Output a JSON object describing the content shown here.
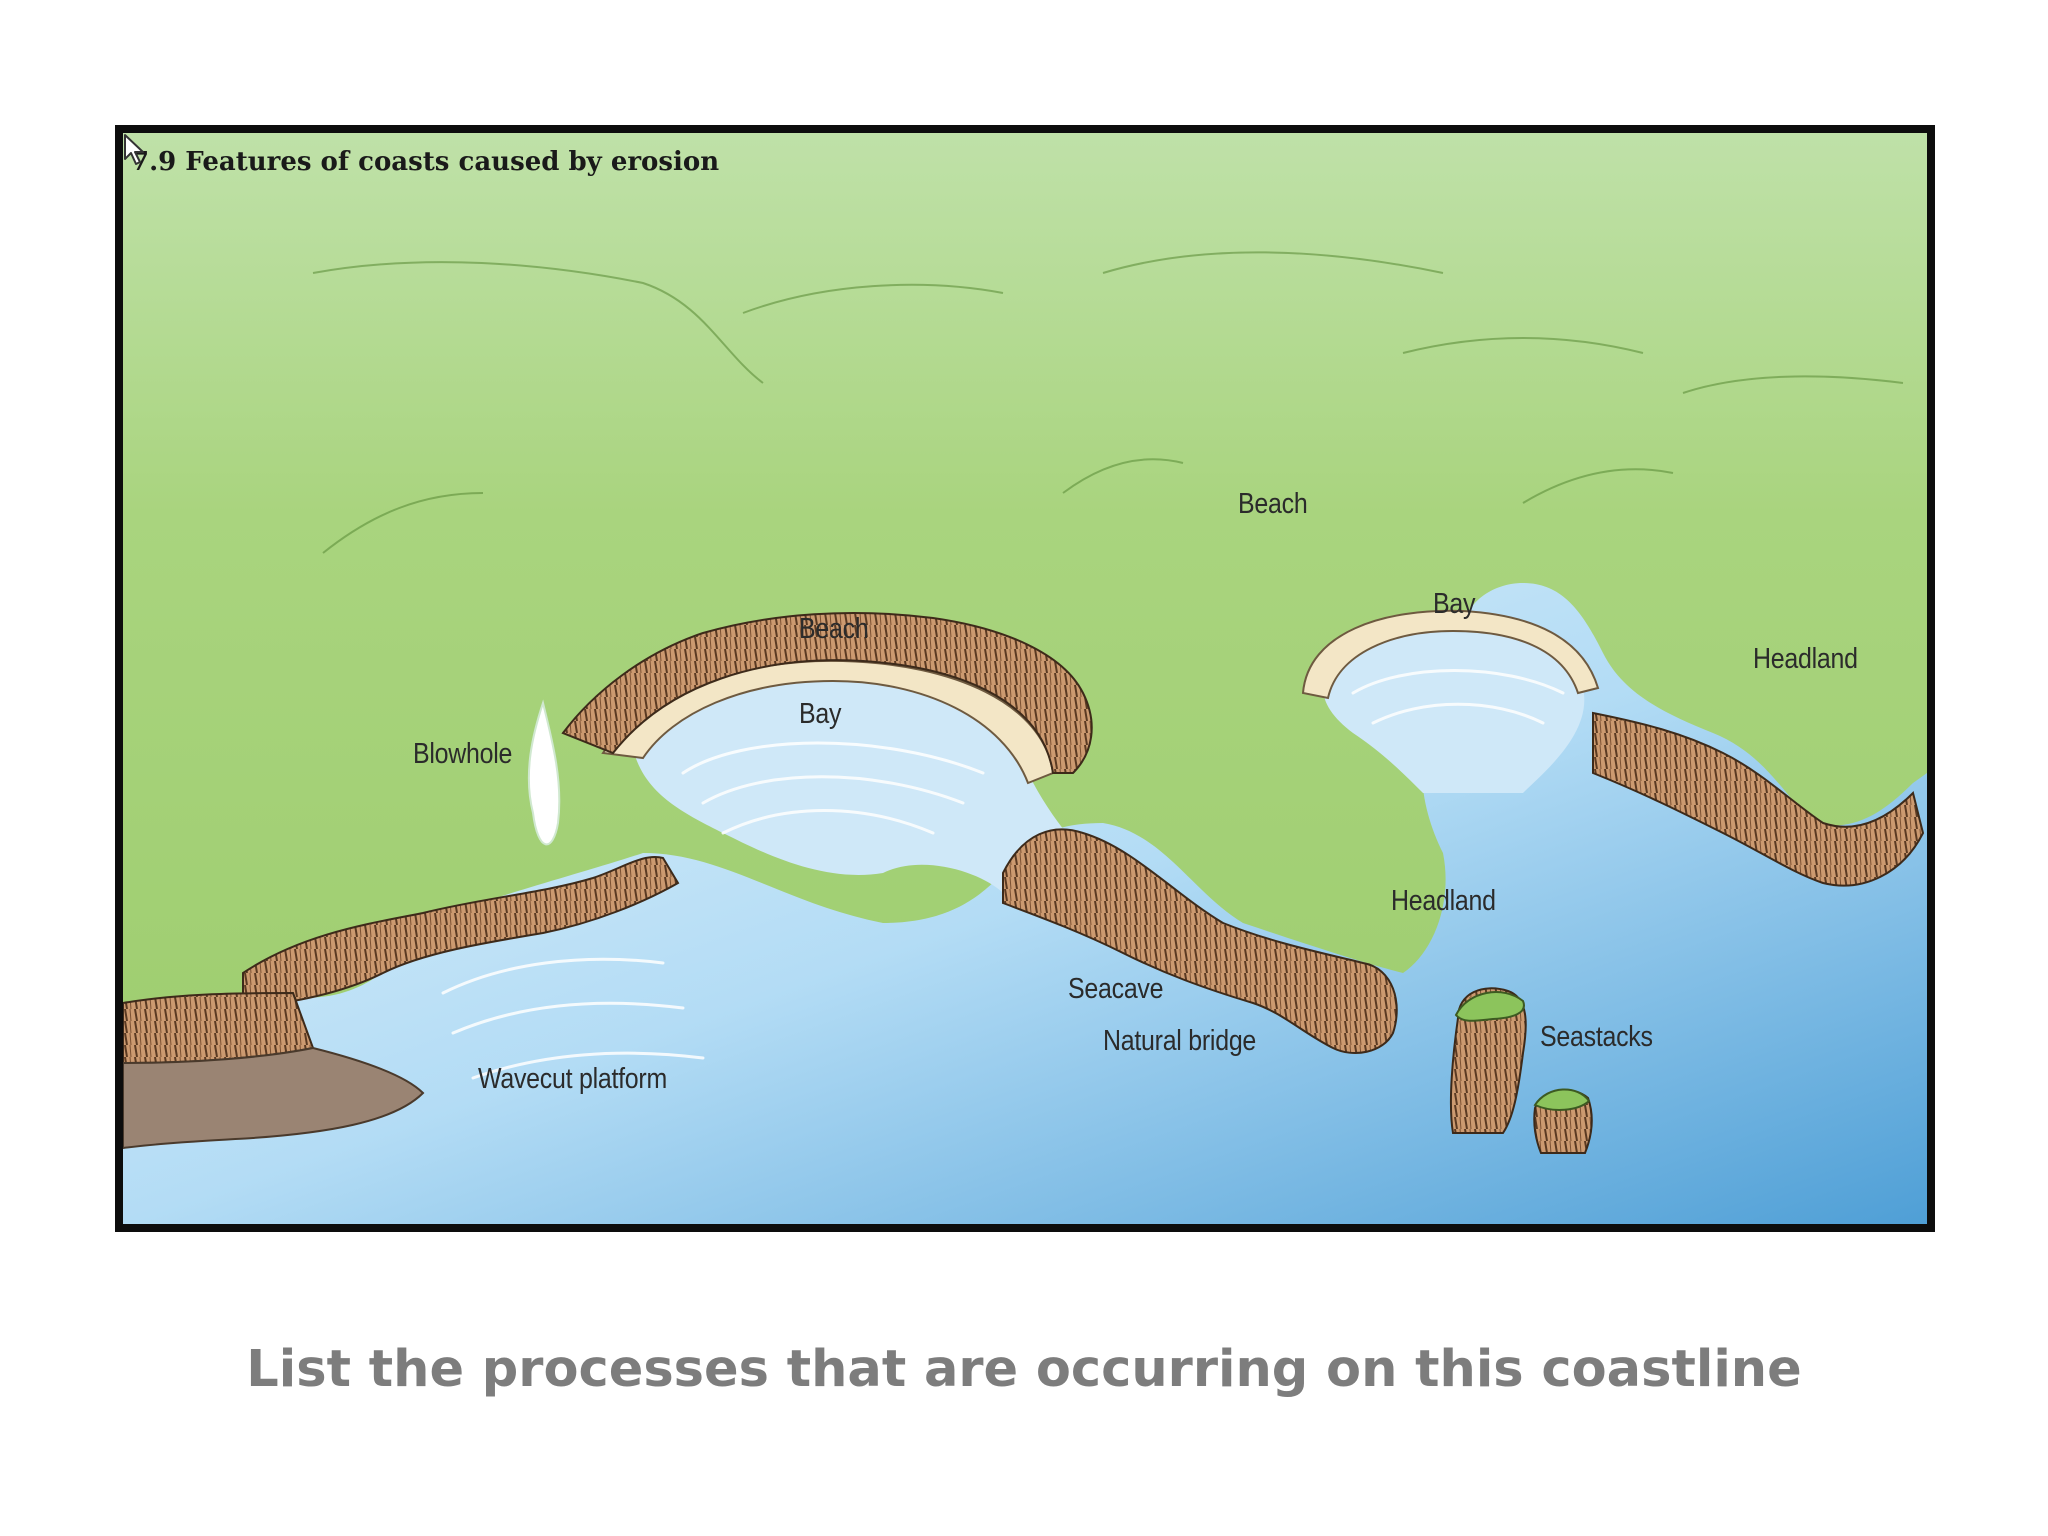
{
  "figure": {
    "title": "7.9 Features of coasts caused by erosion",
    "labels": {
      "beach_left": "Beach",
      "bay_left": "Bay",
      "blowhole": "Blowhole",
      "wavecut_platform": "Wavecut platform",
      "beach_right": "Beach",
      "bay_right": "Bay",
      "headland_right": "Headland",
      "headland_center": "Headland",
      "seacave": "Seacave",
      "natural_bridge": "Natural bridge",
      "seastacks": "Seastacks"
    },
    "colors": {
      "land": "#a6d27a",
      "land_dark": "#78b24e",
      "sky_land": "#b8dcaa",
      "cliff": "#c8946a",
      "beach": "#f3e6c6",
      "sea_light": "#dff0fb",
      "sea_deep": "#4f9fd6",
      "platform": "#9a8473"
    }
  },
  "caption": "List the processes that are occurring on this coastline"
}
